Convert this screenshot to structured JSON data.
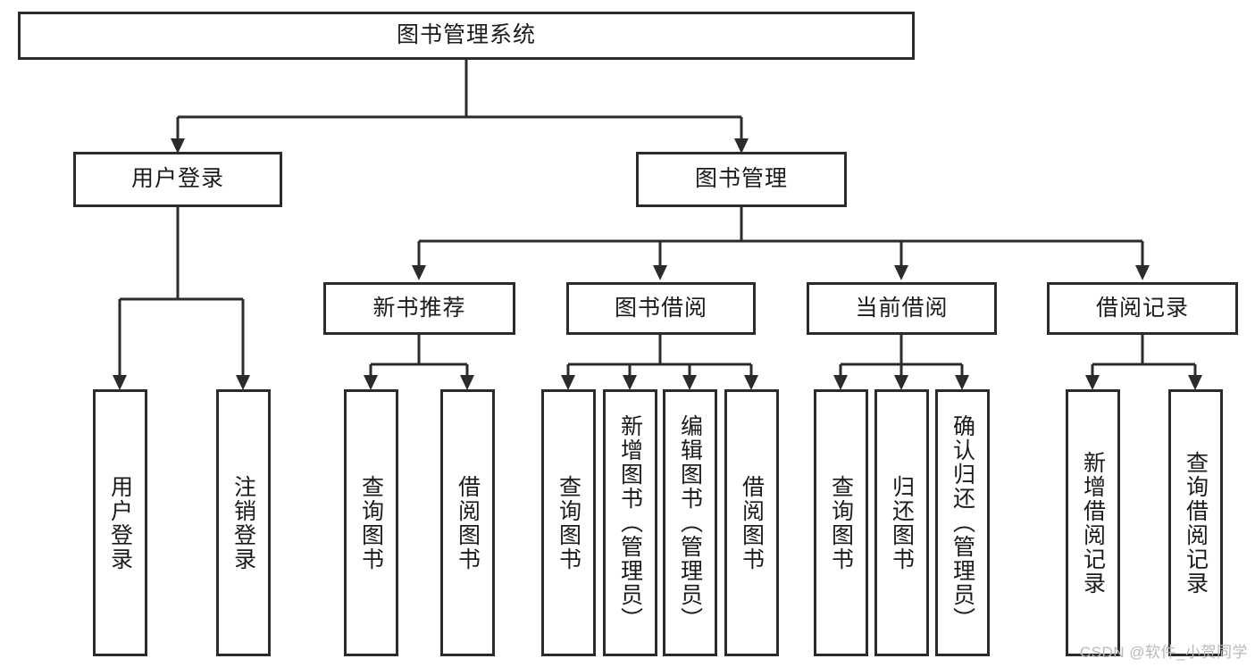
{
  "diagram": {
    "type": "tree-flowchart",
    "title": "图书管理系统",
    "root": {
      "label": "图书管理系统"
    },
    "level1": [
      {
        "label": "用户登录"
      },
      {
        "label": "图书管理"
      }
    ],
    "level2": [
      {
        "label": "新书推荐"
      },
      {
        "label": "图书借阅"
      },
      {
        "label": "当前借阅"
      },
      {
        "label": "借阅记录"
      }
    ],
    "leaves": {
      "user_login": [
        {
          "label": "用户登录"
        },
        {
          "label": "注销登录"
        }
      ],
      "new_book_recommend": [
        {
          "label": "查询图书"
        },
        {
          "label": "借阅图书"
        }
      ],
      "book_borrow": [
        {
          "label": "查询图书"
        },
        {
          "label": "新增图书（管理员）"
        },
        {
          "label": "编辑图书（管理员）"
        },
        {
          "label": "借阅图书"
        }
      ],
      "current_borrow": [
        {
          "label": "查询图书"
        },
        {
          "label": "归还图书"
        },
        {
          "label": "确认归还（管理员）"
        }
      ],
      "borrow_record": [
        {
          "label": "新增借阅记录"
        },
        {
          "label": "查询借阅记录"
        }
      ]
    }
  },
  "watermark": {
    "text": "CSDN @软件_小贺同学"
  },
  "colors": {
    "stroke": "#2b2b2b",
    "background": "#ffffff",
    "text": "#1b1b1b",
    "watermark": "#b9b9b9"
  }
}
